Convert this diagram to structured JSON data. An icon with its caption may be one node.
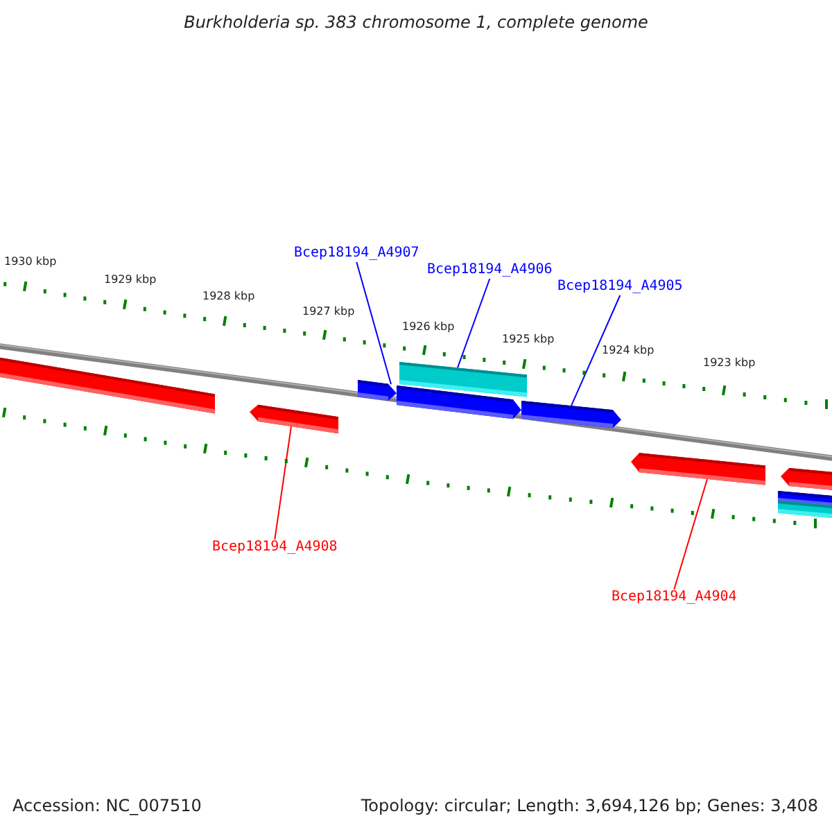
{
  "diagram": {
    "title": "Burkholderia sp. 383 chromosome 1, complete genome",
    "nodes": [
      {
        "text": [
          "Bcep18194_A4907"
        ]
      },
      {
        "text": [
          "Bcep18194_A4906"
        ]
      },
      {
        "text": [
          "Bcep18194_A4905"
        ]
      },
      {
        "text": [
          "Bcep18194_A4908"
        ]
      },
      {
        "text": [
          "Bcep18194_A4904"
        ]
      },
      {
        "text": [],
        "shape": "bar"
      },
      {
        "text": [],
        "shape": "bar"
      },
      {
        "text": [],
        "shape": "bar"
      },
      {
        "text": [],
        "shape": "bar"
      },
      {
        "text": [],
        "shape": "bar"
      },
      {
        "text": [],
        "shape": "bar"
      },
      {
        "text": [],
        "shape": "bar"
      },
      {
        "text": [],
        "shape": "bar"
      },
      {
        "text": [],
        "shape": "bar"
      },
      {
        "text": [],
        "shape": "bar"
      }
    ],
    "edges": [
      {
        "from": 0,
        "to": 7,
        "arrow": "none"
      },
      {
        "from": 1,
        "to": 8,
        "arrow": "none"
      },
      {
        "from": 2,
        "to": 10,
        "arrow": "none"
      },
      {
        "from": 3,
        "to": 6,
        "arrow": "none",
        "color": "#ff0000"
      },
      {
        "from": 4,
        "to": 11,
        "arrow": "none",
        "color": "#ff0000"
      }
    ],
    "labels": [
      "1930 kbp",
      "1929 kbp",
      "1928 kbp",
      "1927 kbp",
      "1926 kbp",
      "1925 kbp",
      "1924 kbp",
      "1923 kbp",
      "Accession: NC_007510",
      "Topology: circular; Length: 3,694,126 bp; Genes: 3,408"
    ]
  }
}
